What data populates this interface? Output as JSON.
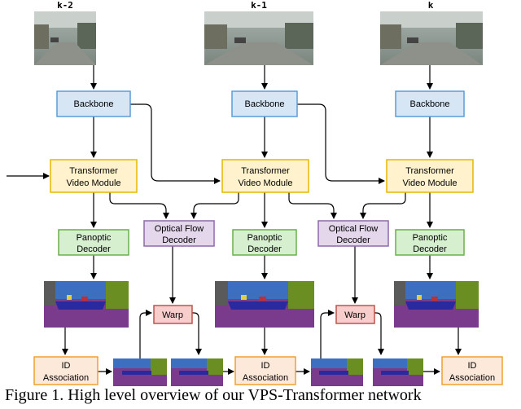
{
  "frames": [
    {
      "label": "k-2"
    },
    {
      "label": "k-1"
    },
    {
      "label": "k"
    }
  ],
  "modules": {
    "backbone": "Backbone",
    "transformer_line1": "Transformer",
    "transformer_line2": "Video Module",
    "panoptic_line1": "Panoptic",
    "panoptic_line2": "Decoder",
    "optical_flow_line1": "Optical Flow",
    "optical_flow_line2": "Decoder",
    "warp": "Warp",
    "id_line1": "ID",
    "id_line2": "Association"
  },
  "colors": {
    "backbone_fill": "#d6e6f5",
    "backbone_stroke": "#5b9bd5",
    "transformer_fill": "#fff2cc",
    "transformer_stroke": "#e6b800",
    "panoptic_fill": "#d5efcf",
    "panoptic_stroke": "#6ab04c",
    "flow_fill": "#e4d7ec",
    "flow_stroke": "#8e6aa8",
    "warp_fill": "#f8cecc",
    "warp_stroke": "#c0504d",
    "id_fill": "#fde9d9",
    "id_stroke": "#f0a030"
  },
  "caption": "Figure 1. High level overview of our VPS-Transformer network"
}
